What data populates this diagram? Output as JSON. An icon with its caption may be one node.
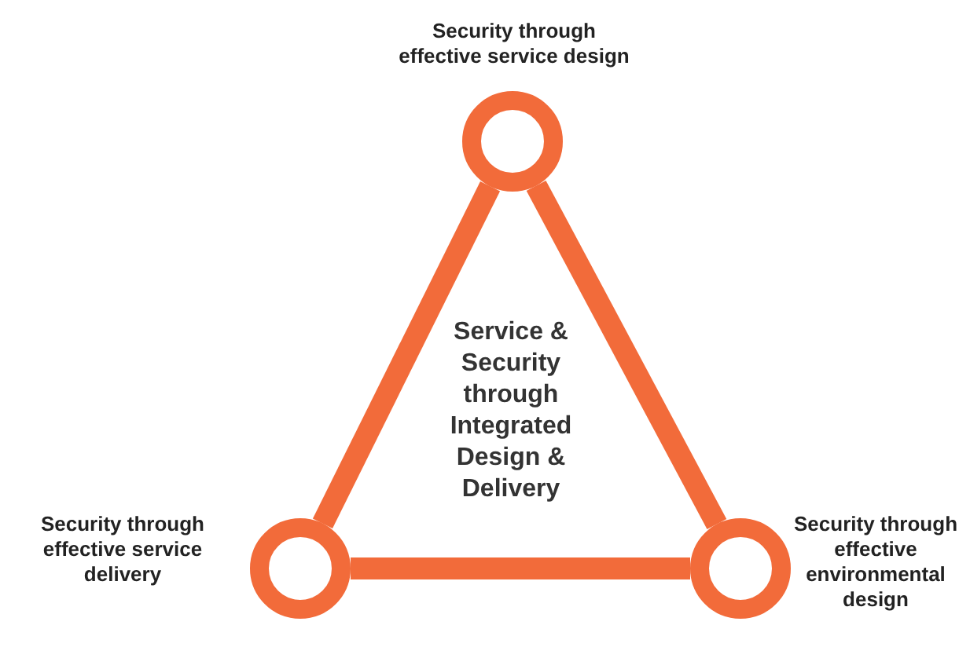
{
  "diagram": {
    "nodes": [
      {
        "text": [
          "Security through effective service design"
        ]
      },
      {
        "text": [
          "Security through effective service delivery"
        ]
      },
      {
        "text": [
          "Security through effective environmental design"
        ]
      }
    ],
    "edges": [
      {
        "from": 0,
        "to": 1,
        "arrow": "none"
      },
      {
        "from": 1,
        "to": 2,
        "arrow": "none"
      },
      {
        "from": 2,
        "to": 0,
        "arrow": "none"
      }
    ],
    "labels": [
      "Service & Security through Integrated Design & Delivery"
    ]
  }
}
